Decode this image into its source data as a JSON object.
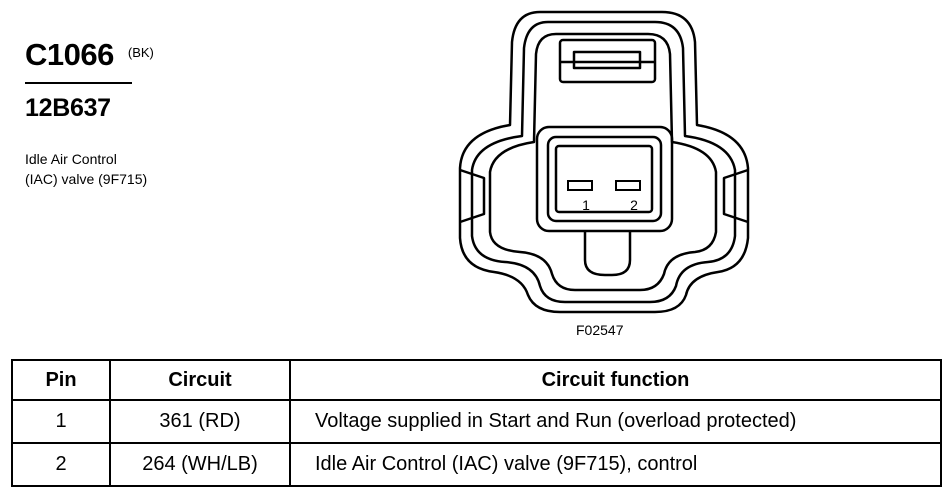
{
  "connector": {
    "id": "C1066",
    "color_code": "(BK)",
    "part_number": "12B637",
    "description_lines": [
      "Idle Air Control",
      "(IAC) valve (9F715)"
    ]
  },
  "figure": {
    "pin_labels": [
      "1",
      "2"
    ],
    "figure_id": "F02547"
  },
  "table": {
    "headers": [
      "Pin",
      "Circuit",
      "Circuit function"
    ],
    "rows": [
      {
        "pin": "1",
        "circuit": "361 (RD)",
        "function": "Voltage supplied in Start and Run (overload protected)"
      },
      {
        "pin": "2",
        "circuit": "264 (WH/LB)",
        "function": "Idle Air Control (IAC) valve (9F715), control"
      }
    ]
  }
}
